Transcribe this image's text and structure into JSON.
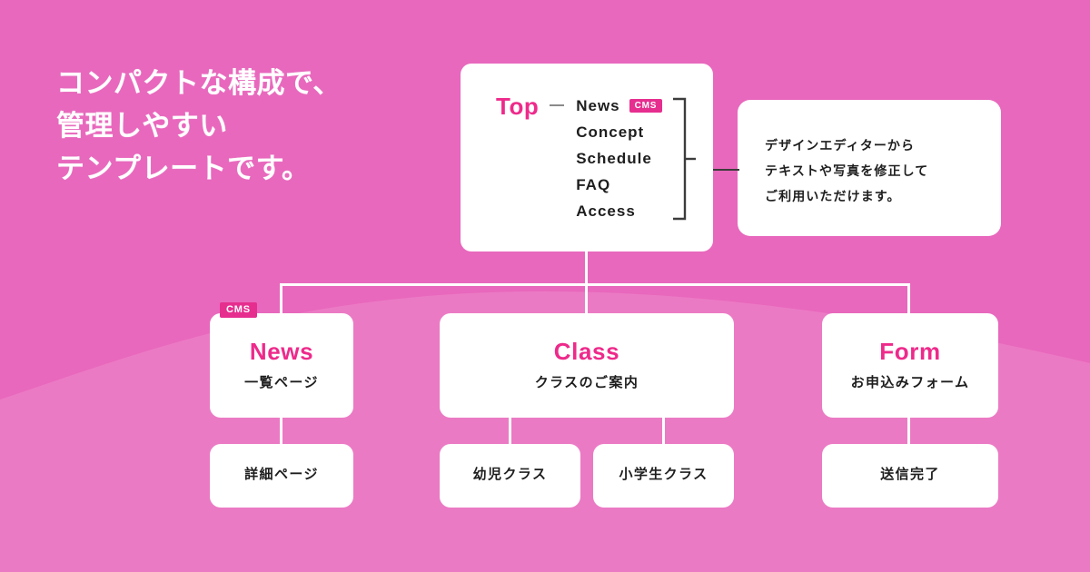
{
  "theme": {
    "background_pink": "#E868BD",
    "wave_pink": "#EE86C8",
    "accent_pink": "#EE2A8B",
    "badge_pink": "#E62E8F",
    "card_white": "#FFFFFF",
    "text_dark": "#1E1E1E",
    "line_white": "#FFFFFF",
    "bracket_gray": "#3C3C3C"
  },
  "headline": {
    "line1": "コンパクトな構成で、",
    "line2": "管理しやすい",
    "line3": "テンプレートです。"
  },
  "top_card": {
    "label": "Top",
    "separator": "—",
    "pages": [
      {
        "name": "News",
        "badge": "CMS"
      },
      {
        "name": "Concept",
        "badge": ""
      },
      {
        "name": "Schedule",
        "badge": ""
      },
      {
        "name": "FAQ",
        "badge": ""
      },
      {
        "name": "Access",
        "badge": ""
      }
    ]
  },
  "callout": {
    "line1": "デザインエディターから",
    "line2": "テキストや写真を修正して",
    "line3": "ご利用いただけます。"
  },
  "sections": [
    {
      "id": "news",
      "title": "News",
      "subtitle": "一覧ページ",
      "badge": "CMS",
      "children": [
        {
          "label": "詳細ページ"
        }
      ]
    },
    {
      "id": "class",
      "title": "Class",
      "subtitle": "クラスのご案内",
      "badge": "",
      "children": [
        {
          "label": "幼児クラス"
        },
        {
          "label": "小学生クラス"
        }
      ]
    },
    {
      "id": "form",
      "title": "Form",
      "subtitle": "お申込みフォーム",
      "badge": "",
      "children": [
        {
          "label": "送信完了"
        }
      ]
    }
  ]
}
